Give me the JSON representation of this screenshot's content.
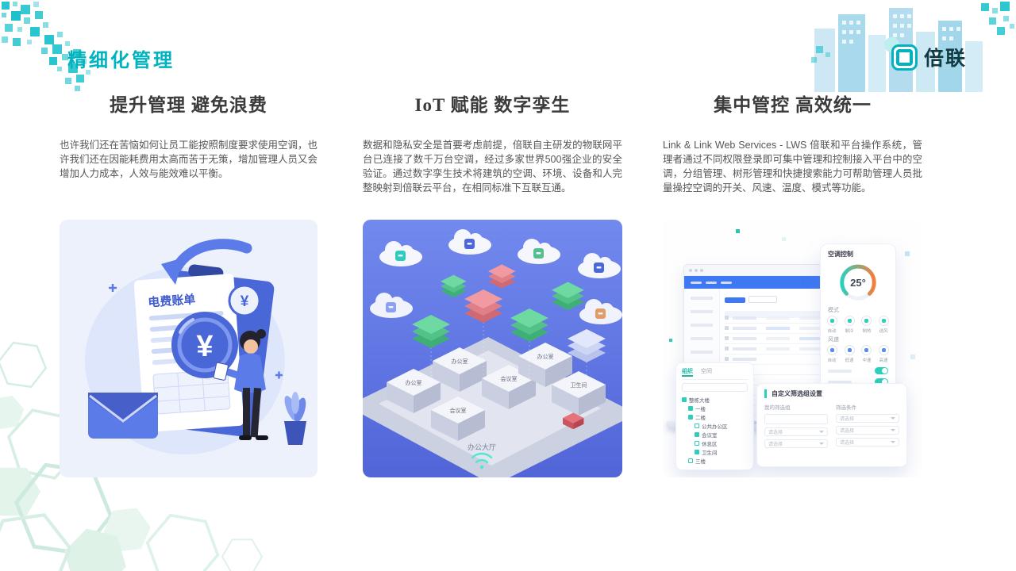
{
  "slide": {
    "title": "精细化管理",
    "logo_text": "倍联"
  },
  "colors": {
    "accent_teal": "#00b3bf",
    "primary_blue": "#5272e0",
    "illustration_blue_bg": "#5d77e6",
    "heading_text": "#3b3b3b",
    "body_text": "#565656"
  },
  "icons": {
    "logo_icon": "rounded-square-mark",
    "cloud_icon": "cloud",
    "wifi_icon": "wifi",
    "caret_icon": "▾"
  },
  "columns": [
    {
      "heading": "提升管理 避免浪费",
      "body": "也许我们还在苦恼如何让员工能按照制度要求使用空调，也许我们还在因能耗费用太高而苦于无策，增加管理人员又会增加人力成本，人效与能效难以平衡。",
      "illustration": {
        "bill_title": "电费账单",
        "currency_symbol": "¥"
      }
    },
    {
      "heading": "IoT 赋能 数字孪生",
      "body": "数据和隐私安全是首要考虑前提，倍联自主研发的物联网平台已连接了数千万台空调，经过多家世界500强企业的安全验证。通过数字孪生技术将建筑的空调、环境、设备和人完整映射到倍联云平台，在相同标准下互联互通。",
      "illustration": {
        "room_labels": [
          "办公室",
          "办公室",
          "会议室",
          "办公室",
          "卫生间",
          "会议室"
        ],
        "hall_label": "办公大厅"
      }
    },
    {
      "heading": "集中管控 高效统一",
      "body": "Link & Link Web Services - LWS 倍联和平台操作系统，管理者通过不同权限登录即可集中管理和控制接入平台中的空调，分组管理、树形管理和快捷搜索能力可帮助管理人员批量操控空调的开关、风速、温度、模式等功能。",
      "illustration": {
        "ac_panel": {
          "title": "空调控制",
          "temperature": "25°",
          "mode_label": "模式",
          "modes": [
            "自动",
            "制冷",
            "制热",
            "送风"
          ],
          "wind_label": "风速",
          "winds": [
            "自动",
            "低速",
            "中速",
            "高速"
          ]
        },
        "tree_panel": {
          "tabs": [
            "组织",
            "空间"
          ],
          "items": [
            "整栋大楼",
            "一楼",
            "二楼",
            "公共办公区",
            "会议室",
            "休息区",
            "卫生间",
            "三楼"
          ]
        },
        "filter_panel": {
          "title": "自定义筛选组设置",
          "group_label": "我的筛选组",
          "condition_label": "筛选条件",
          "select_placeholder": "请选择"
        }
      }
    }
  ]
}
